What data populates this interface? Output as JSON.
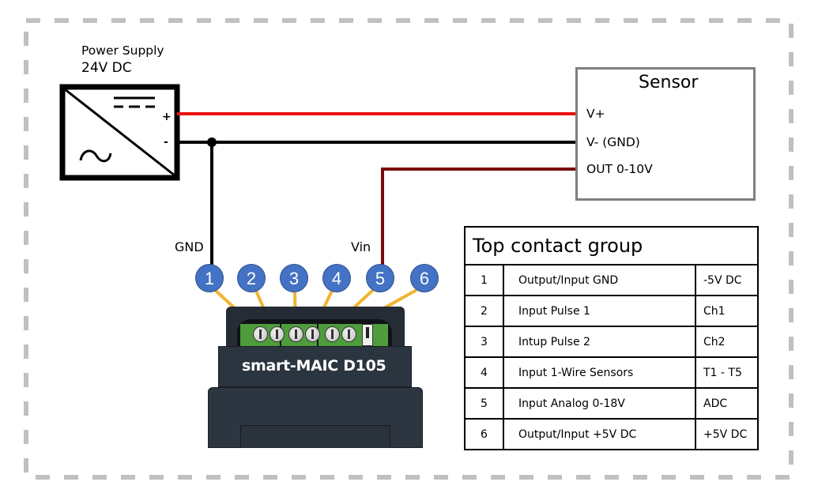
{
  "diagram": {
    "power_supply": {
      "title_line1": "Power Supply",
      "title_line2": "24V DC",
      "plus_label": "+",
      "minus_label": "-",
      "dc_symbol": "dc-symbol-icon",
      "ac_symbol": "~"
    },
    "sensor": {
      "title": "Sensor",
      "pins": [
        "V+",
        "V- (GND)",
        "OUT 0-10V"
      ]
    },
    "wire_labels": {
      "gnd": "GND",
      "vin": "Vin"
    },
    "wire_colors": {
      "positive": "#e81010",
      "ground": "#000000",
      "signal": "#7a0a0a",
      "pointer": "#f2b330",
      "border_dash": "#c0c0c0"
    },
    "terminals": [
      "1",
      "2",
      "3",
      "4",
      "5",
      "6"
    ],
    "terminal_color": "#4472c4",
    "device": {
      "name": "smart-MAIC D105"
    },
    "table": {
      "title": "Top contact group",
      "rows": [
        {
          "num": "1",
          "desc": "Output/Input GND",
          "value": "-5V DC"
        },
        {
          "num": "2",
          "desc": "Input Pulse 1",
          "value": "Ch1"
        },
        {
          "num": "3",
          "desc": "Intup Pulse 2",
          "value": "Ch2"
        },
        {
          "num": "4",
          "desc": "Input 1-Wire Sensors",
          "value": "T1 - T5"
        },
        {
          "num": "5",
          "desc": "Input Analog 0-18V",
          "value": "ADC"
        },
        {
          "num": "6",
          "desc": "Output/Input +5V DC",
          "value": "+5V DC"
        }
      ]
    }
  }
}
